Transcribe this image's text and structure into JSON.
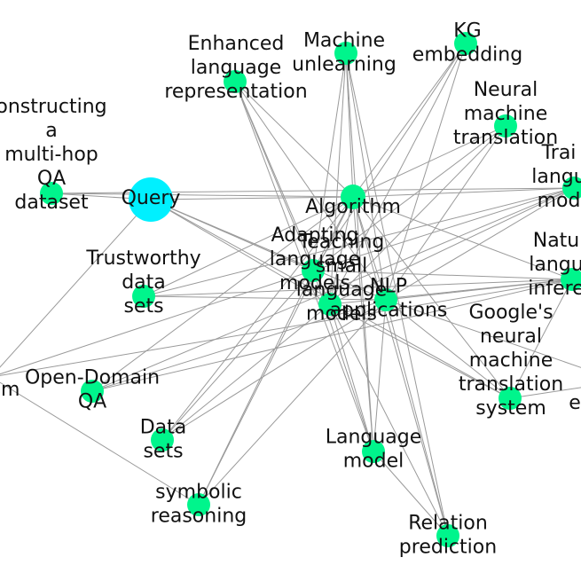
{
  "colors": {
    "node": "#00f58c",
    "query_node": "#00f0ff",
    "edge": "#9a9a9a",
    "text": "#111111",
    "background": "#ffffff"
  },
  "nodes": [
    {
      "id": "query",
      "label": [
        "Query"
      ],
      "kind": "query"
    },
    {
      "id": "algorithm",
      "label": [
        "Algorithm"
      ],
      "kind": "concept"
    },
    {
      "id": "machine-unlearning",
      "label": [
        "Machine",
        "unlearning"
      ],
      "kind": "concept"
    },
    {
      "id": "kg-embedding",
      "label": [
        "KG",
        "embedding"
      ],
      "kind": "concept"
    },
    {
      "id": "enhanced-language-representation",
      "label": [
        "Enhanced",
        "language",
        "representation"
      ],
      "kind": "concept"
    },
    {
      "id": "neural-machine-translation",
      "label": [
        "Neural",
        "machine",
        "translation"
      ],
      "kind": "concept"
    },
    {
      "id": "training-language-models",
      "label": [
        "Trai",
        "langu",
        "mod"
      ],
      "kind": "concept"
    },
    {
      "id": "natural-language-inference",
      "label": [
        "Natu",
        "langu",
        "infere"
      ],
      "kind": "concept"
    },
    {
      "id": "constructing-multi-hop-qa-dataset",
      "label": [
        "onstructing",
        "a",
        "multi-hop",
        "QA",
        "dataset"
      ],
      "kind": "concept"
    },
    {
      "id": "trustworthy-data-sets",
      "label": [
        "Trustworthy",
        "data",
        "sets"
      ],
      "kind": "concept"
    },
    {
      "id": "adapting-language-models",
      "label": [
        "Adapting",
        "language",
        "models"
      ],
      "kind": "concept"
    },
    {
      "id": "teaching-small-language-models",
      "label": [
        "Teaching",
        "small",
        "language",
        "models"
      ],
      "kind": "concept"
    },
    {
      "id": "nlp-applications",
      "label": [
        "NLP",
        "applications"
      ],
      "kind": "concept"
    },
    {
      "id": "googles-nmt-system",
      "label": [
        "Google's",
        "neural",
        "machine",
        "translation",
        "system"
      ],
      "kind": "concept"
    },
    {
      "id": "open-domain-qa",
      "label": [
        "Open-Domain",
        "QA"
      ],
      "kind": "concept"
    },
    {
      "id": "data-sets",
      "label": [
        "Data",
        "sets"
      ],
      "kind": "concept"
    },
    {
      "id": "language-model",
      "label": [
        "Language",
        "model"
      ],
      "kind": "concept"
    },
    {
      "id": "symbolic-reasoning",
      "label": [
        "symbolic",
        "reasoning"
      ],
      "kind": "concept"
    },
    {
      "id": "relation-prediction",
      "label": [
        "Relation",
        "prediction"
      ],
      "kind": "concept"
    },
    {
      "id": "edge-left-partial",
      "label": [
        "om"
      ],
      "kind": "concept"
    },
    {
      "id": "edge-right-partial",
      "label": [
        "e"
      ],
      "kind": "concept"
    }
  ]
}
